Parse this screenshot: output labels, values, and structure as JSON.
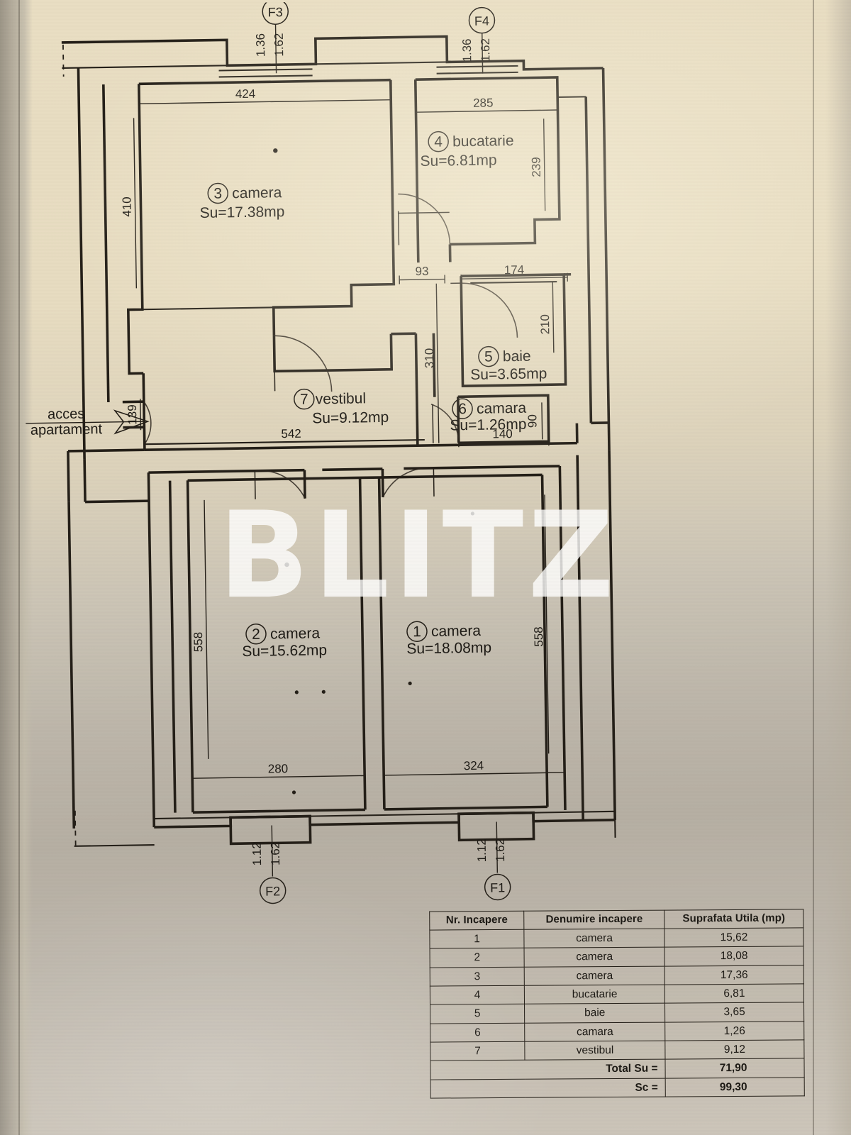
{
  "document": {
    "type": "architectural-floor-plan",
    "watermark": "BLITZ",
    "access_label_line1": "acces",
    "access_label_line2": "apartament"
  },
  "rooms": [
    {
      "number": "3",
      "name": "camera",
      "area_label": "Su=17.38mp"
    },
    {
      "number": "4",
      "name": "bucatarie",
      "area_label": "Su=6.81mp"
    },
    {
      "number": "5",
      "name": "baie",
      "area_label": "Su=3.65mp"
    },
    {
      "number": "6",
      "name": "camara",
      "area_label": "Su=1.26mp"
    },
    {
      "number": "7",
      "name": "vestibul",
      "area_label": "Su=9.12mp"
    },
    {
      "number": "2",
      "name": "camera",
      "area_label": "Su=15.62mp"
    },
    {
      "number": "1",
      "name": "camera",
      "area_label": "Su=18.08mp"
    }
  ],
  "windows": [
    {
      "tag": "F3",
      "width": "1.36",
      "height": "1.62"
    },
    {
      "tag": "F4",
      "width": "1.36",
      "height": "1.62"
    },
    {
      "tag": "F2",
      "width": "1.12",
      "height": "1.62"
    },
    {
      "tag": "F1",
      "width": "1.12",
      "height": "1.62"
    }
  ],
  "dimensions": {
    "top_left": "424",
    "top_right": "285",
    "kitchen_right": "239",
    "room3_left": "410",
    "mid_93": "93",
    "mid_174": "174",
    "bath_right": "210",
    "hall_310": "310",
    "entry_139": "139",
    "vestibul_542": "542",
    "camara_140": "140",
    "camara_90": "90",
    "room2_bottom": "280",
    "room1_bottom": "324",
    "room2_left": "558",
    "room1_right": "558"
  },
  "table": {
    "headers": [
      "Nr. Incapere",
      "Denumire incapere",
      "Suprafata Utila (mp)"
    ],
    "rows": [
      {
        "nr": "1",
        "name": "camera",
        "area": "15,62"
      },
      {
        "nr": "2",
        "name": "camera",
        "area": "18,08"
      },
      {
        "nr": "3",
        "name": "camera",
        "area": "17,36"
      },
      {
        "nr": "4",
        "name": "bucatarie",
        "area": "6,81"
      },
      {
        "nr": "5",
        "name": "baie",
        "area": "3,65"
      },
      {
        "nr": "6",
        "name": "camara",
        "area": "1,26"
      },
      {
        "nr": "7",
        "name": "vestibul",
        "area": "9,12"
      }
    ],
    "total_label": "Total Su =",
    "total_value": "71,90",
    "sc_label": "Sc  =",
    "sc_value": "99,30"
  },
  "colors": {
    "ink": "#241f18",
    "paper_top": "#e9dec3",
    "paper_bottom": "#b6afa3",
    "watermark": "#ffffff"
  }
}
